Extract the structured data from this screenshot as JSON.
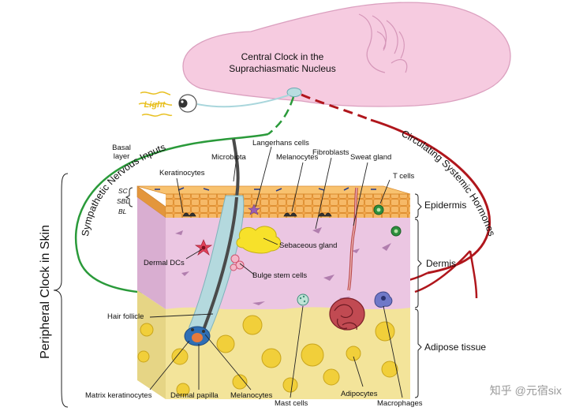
{
  "title": {
    "line1": "Central Clock in the",
    "line2": "Suprachiasmatic Nucleus"
  },
  "light": "Light",
  "pathways": {
    "nervous": "Sympathetic Nervous Inputs",
    "hormones": "Circulating Systemic Hormones"
  },
  "side_title": "Peripheral Clock in Skin",
  "layers": {
    "epidermis": "Epidermis",
    "dermis": "Dermis",
    "adipose": "Adipose tissue"
  },
  "epidermal_sublayers": {
    "basal": "Basal",
    "layer": "layer",
    "sc": "SC",
    "sbl": "SBL",
    "bl": "BL"
  },
  "labels": {
    "keratinocytes": "Keratinocytes",
    "microbiota": "Microbiota",
    "langerhans": "Langerhans cells",
    "melanocytes_top": "Melanocytes",
    "fibroblasts": "Fibroblasts",
    "sweat_gland": "Sweat gland",
    "t_cells": "T cells",
    "dermal_dcs": "Dermal DCs",
    "sebaceous": "Sebaceous gland",
    "bulge": "Bulge stem cells",
    "hair_follicle": "Hair follicle",
    "matrix": "Matrix keratinocytes",
    "papilla": "Dermal papilla",
    "melanocytes_bottom": "Melanocytes",
    "mast": "Mast cells",
    "adipocytes": "Adipocytes",
    "macrophages": "Macrophages"
  },
  "watermark": "知乎 @元宿six",
  "colors": {
    "brain": "#f6cbe0",
    "brain_outline": "#dba0bf",
    "optic_nerve": "#a9d6dc",
    "nervous_pathway": "#2a9a3a",
    "hormone_pathway": "#b0161c",
    "epidermis": "#f1a84c",
    "dermis": "#ebc6e2",
    "adipose": "#f3e49a",
    "adipocyte": "#f1cf3a",
    "hair_shaft": "#4a4a4a",
    "follicle": "#b4d9de"
  }
}
